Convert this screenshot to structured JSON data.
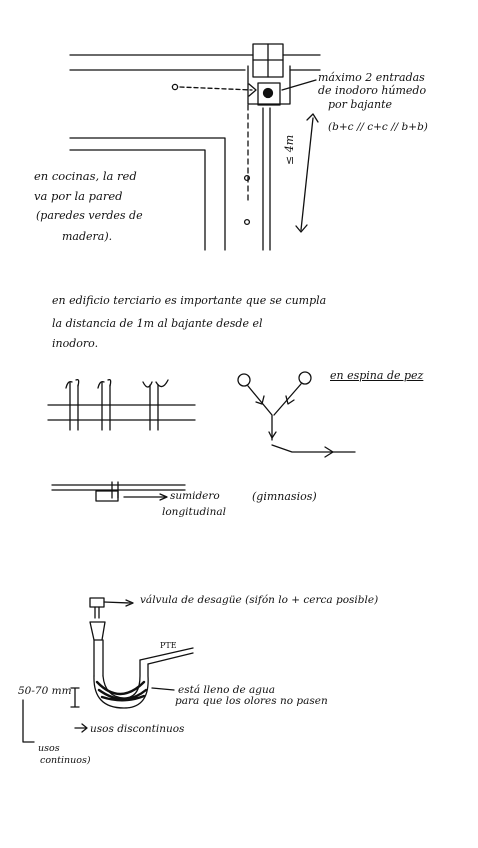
{
  "top_note": {
    "line1": "máximo 2 entradas",
    "line2": "de inodoro húmedo",
    "line3": "por bajante",
    "line4": "(b+c // c+c // b+b)",
    "dimension": "≤ 4m"
  },
  "kitchen_note": {
    "line1": "en cocinas, la red",
    "line2": "va por la pared",
    "line3": "(paredes verdes de",
    "line4": "madera)."
  },
  "tertiary_note": {
    "line1": "en edificio terciario es importante que se cumpla",
    "line2": "la distancia de 1m al bajante desde el",
    "line3": "inodoro."
  },
  "pet_note": "en espina de pez",
  "sumidero_note": {
    "line1": "sumidero",
    "line2": "longitudinal",
    "aside": "(gimnasios)"
  },
  "siphon_notes": {
    "valve": "válvula de desagüe (sifón lo + cerca posible)",
    "pte": "PTE",
    "water1": "está lleno de agua",
    "water2": "para que los olores no pasen",
    "height": "50-70 mm",
    "discontinuous": "usos discontinuos",
    "continuous1": "usos",
    "continuous2": "continuos)"
  }
}
